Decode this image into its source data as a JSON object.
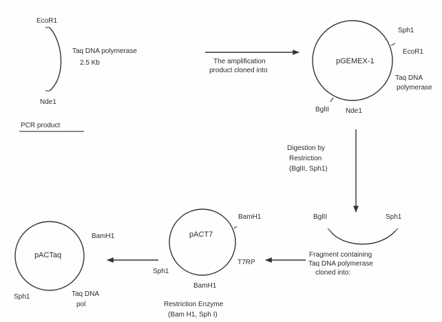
{
  "pcr": {
    "site_top": "EcoR1",
    "site_bottom": "Nde1",
    "gene_line1": "Taq DNA polymerase",
    "gene_line2": "2.5 Kb",
    "caption": "PCR product"
  },
  "step1": {
    "line1": "The amplification",
    "line2": "product cloned into"
  },
  "pgemex": {
    "name": "pGEMEX-1",
    "sph": "Sph1",
    "eco": "EcoR1",
    "taq1": "Taq DNA",
    "taq2": "polymerase",
    "bgl": "BglII",
    "nde": "Nde1"
  },
  "digest": {
    "line1": "Digestion by",
    "line2": "Restriction",
    "line3": "(BglII, Sph1)"
  },
  "fragment": {
    "bgl": "BglII",
    "sph": "Sph1",
    "line1": "Fragment containing",
    "line2": "Taq DNA polymerase",
    "line3": "cloned into:"
  },
  "pact7": {
    "name": "pACT7",
    "bam_top": "BamH1",
    "t7": "T7RP",
    "sph": "Sph1",
    "bam_bottom": "BamH1",
    "re1": "Restriction Enzyme",
    "re2": "(Bam H1, Sph I)"
  },
  "pactaq": {
    "name": "pACTaq",
    "bam": "BamH1",
    "sph": "Sph1",
    "taq1": "Taq DNA",
    "taq2": "pol"
  }
}
